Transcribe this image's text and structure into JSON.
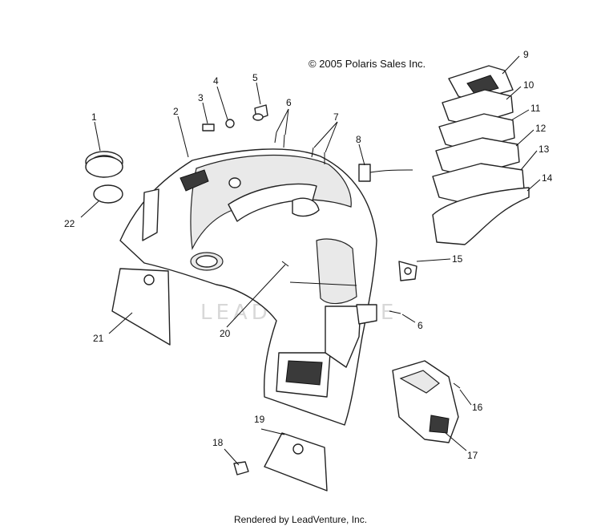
{
  "copyright": "© 2005 Polaris Sales Inc.",
  "footer": "Rendered by LeadVenture, Inc.",
  "watermark": "LEADVENTURE",
  "callouts": {
    "c1": "1",
    "c2": "2",
    "c3": "3",
    "c4": "4",
    "c5": "5",
    "c6a": "6",
    "c6b": "6",
    "c7": "7",
    "c8": "8",
    "c9": "9",
    "c10": "10",
    "c11": "11",
    "c12": "12",
    "c13": "13",
    "c14": "14",
    "c15": "15",
    "c16": "16",
    "c17": "17",
    "c18": "18",
    "c19": "19",
    "c20": "20",
    "c21": "21",
    "c22": "22"
  }
}
